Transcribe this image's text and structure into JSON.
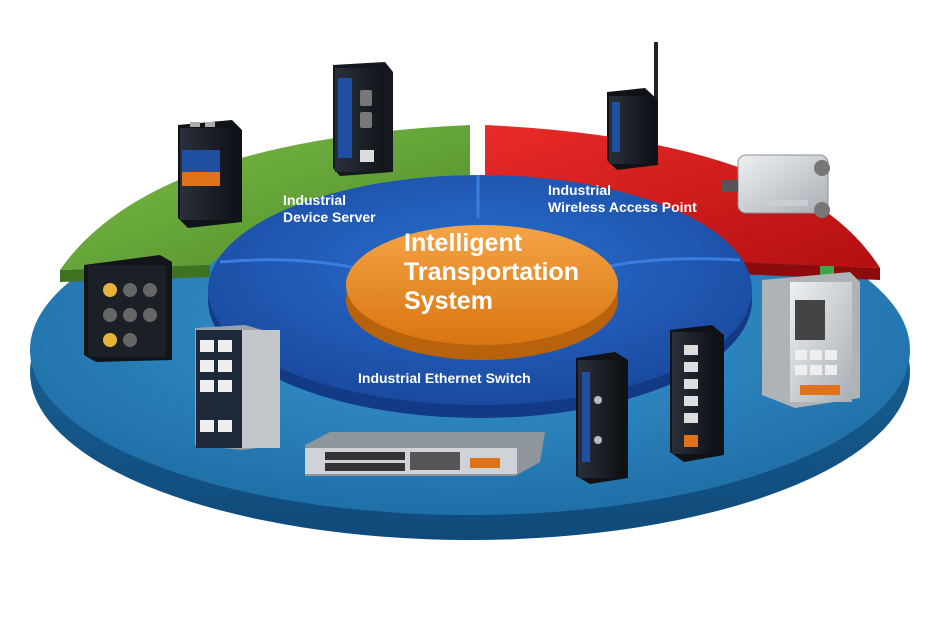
{
  "center": {
    "line1": "Intelligent",
    "line2": "Transportation",
    "line3": "System"
  },
  "segments": {
    "device_server": {
      "line1": "Industrial",
      "line2": "Device Server"
    },
    "wireless_ap": {
      "line1": "Industrial",
      "line2": "Wireless Access Point"
    },
    "ethernet_switch": {
      "line1": "Industrial Ethernet Switch"
    }
  },
  "colors": {
    "green": "#6aa53c",
    "red": "#d91c1c",
    "outer_blue": "#2e89c2",
    "inner_blue": "#1e58b0",
    "center_orange": "#e8841c"
  }
}
